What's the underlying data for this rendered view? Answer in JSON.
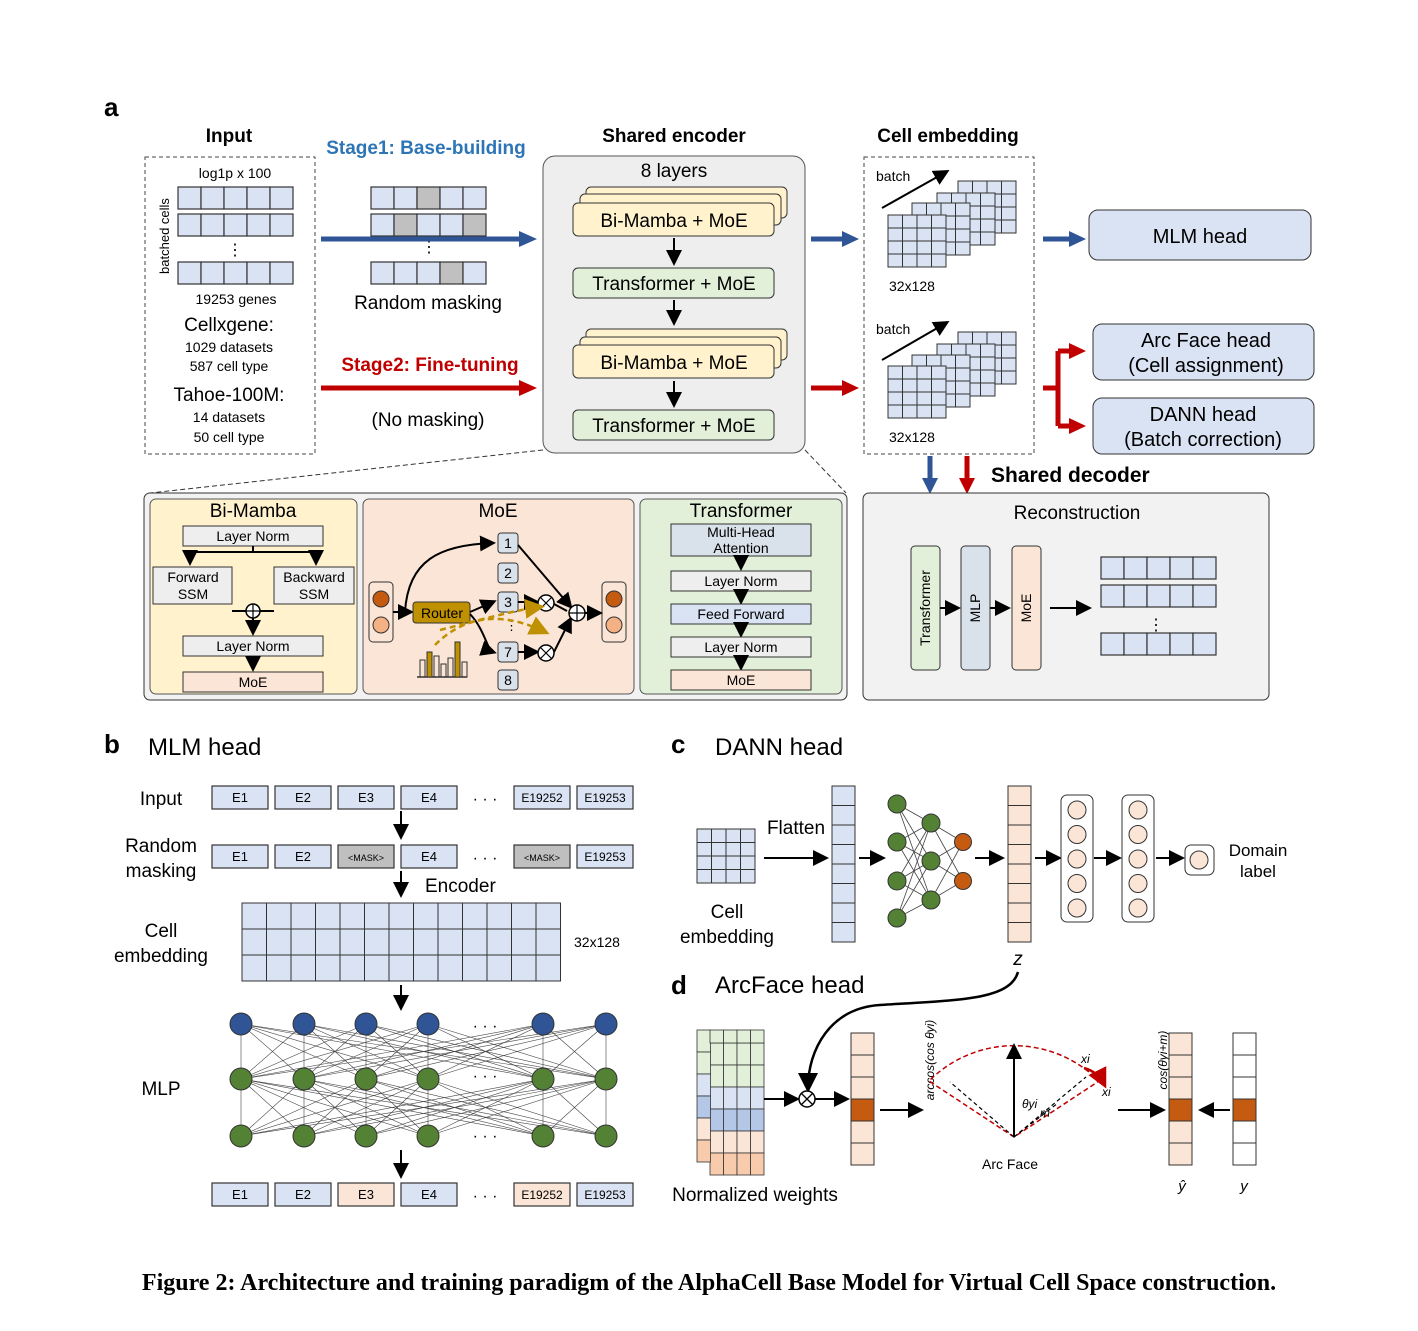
{
  "panels": {
    "a": "a",
    "b": "b",
    "c": "c",
    "d": "d"
  },
  "a": {
    "input_title": "Input",
    "input_log": "log1p x 100",
    "input_batched": "batched cells",
    "input_genes": "19253 genes",
    "cellxgene": "Cellxgene:",
    "cellxgene_datasets": "1029 datasets",
    "cellxgene_celltypes": "587 cell type",
    "tahoe": "Tahoe-100M:",
    "tahoe_datasets": "14 datasets",
    "tahoe_celltypes": "50 cell type",
    "stage1": "Stage1: Base-building",
    "random_masking": "Random masking",
    "stage2": "Stage2: Fine-tuning",
    "no_masking": "(No masking)",
    "encoder_title": "Shared encoder",
    "layers": "8 layers",
    "bimamba_moe": "Bi-Mamba + MoE",
    "transformer_moe": "Transformer + MoE",
    "embedding_title": "Cell embedding",
    "batch": "batch",
    "dims": "32x128",
    "mlm_head": "MLM head",
    "arcface_head": "Arc Face head",
    "arcface_sub": "(Cell assignment)",
    "dann_head": "DANN head",
    "dann_sub": "(Batch correction)",
    "decoder_title": "Shared decoder",
    "reconstruction": "Reconstruction",
    "dec_transformer": "Transformer",
    "dec_mlp": "MLP",
    "dec_moe": "MoE",
    "bm_title": "Bi-Mamba",
    "bm_layernorm": "Layer Norm",
    "bm_forward1": "Forward",
    "bm_forward2": "SSM",
    "bm_backward1": "Backward",
    "bm_backward2": "SSM",
    "bm_moe": "MoE",
    "moe_title": "MoE",
    "router": "Router",
    "experts": [
      "1",
      "2",
      "3",
      "7",
      "8"
    ],
    "tf_title": "Transformer",
    "tf_mha1": "Multi-Head",
    "tf_mha2": "Attention",
    "tf_layernorm": "Layer Norm",
    "tf_ff": "Feed Forward",
    "tf_moe": "MoE"
  },
  "b": {
    "title": "MLM head",
    "input": "Input",
    "random1": "Random",
    "random2": "masking",
    "encoder": "Encoder",
    "cell1": "Cell",
    "cell2": "embedding",
    "dims": "32x128",
    "mlp": "MLP",
    "ellipsis": "· · ·",
    "input_tokens": [
      "E1",
      "E2",
      "E3",
      "E4",
      "E19252",
      "E19253"
    ],
    "masked_tokens": [
      "E1",
      "E2",
      "<MASK>",
      "E4",
      "<MASK>",
      "E19253"
    ],
    "output_tokens": [
      "E1",
      "E2",
      "E3",
      "E4",
      "E19252",
      "E19253"
    ]
  },
  "c": {
    "title": "DANN head",
    "flatten": "Flatten",
    "cell1": "Cell",
    "cell2": "embedding",
    "z": "z",
    "domain1": "Domain",
    "domain2": "label"
  },
  "d": {
    "title": "ArcFace head",
    "normalized_weights": "Normalized weights",
    "arccos": "arccos(cos θyi)",
    "arcface": "Arc Face",
    "theta": "θyi",
    "m": "m",
    "xi": "xi",
    "cosm": "cos(θyi+m)",
    "yhat": "ŷ",
    "y": "y"
  },
  "caption": "Figure 2: Architecture and training paradigm of the AlphaCell Base Model for Virtual Cell Space construction.",
  "colors": {
    "blue_arrow": "#2f5597",
    "red_arrow": "#c00000",
    "stage1_text": "#2e75b6",
    "stage2_text": "#c00000",
    "cell_blue": "#dae3f3",
    "bimamba_fill": "#fff2cc",
    "transformer_fill": "#e2f0d9",
    "moe_fill": "#fbe5d6",
    "router_fill": "#bf9000",
    "node_blue": "#2f5597",
    "node_green": "#548235",
    "node_orange": "#c55a11"
  }
}
